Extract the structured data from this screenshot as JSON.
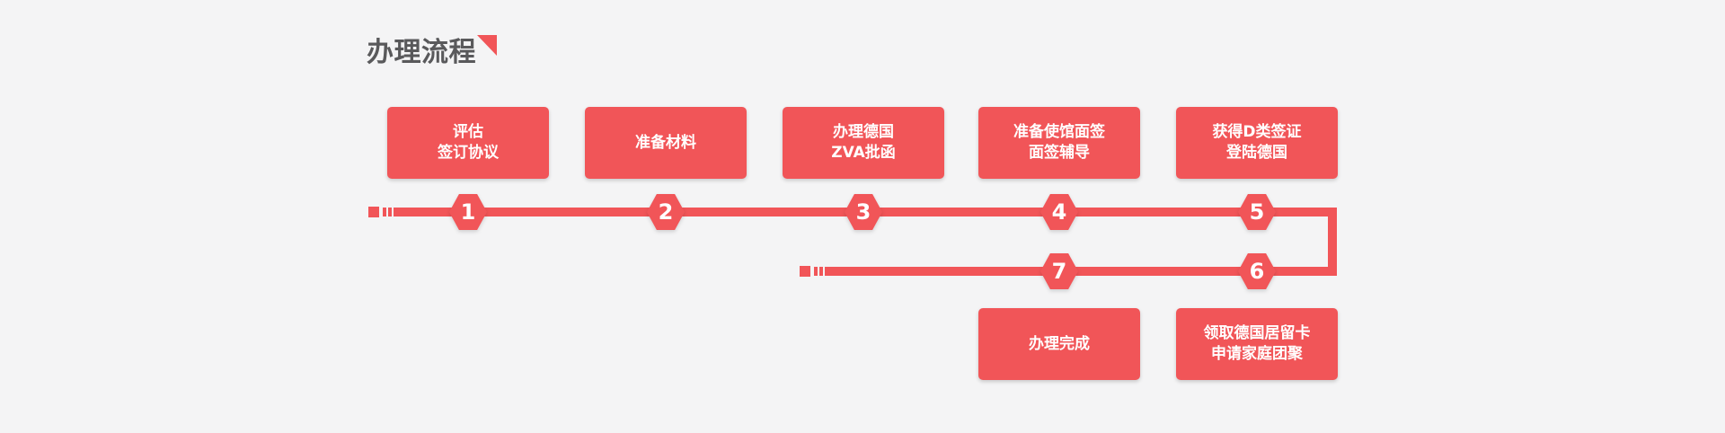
{
  "page": {
    "title": "办理流程",
    "background_color": "#f4f4f5",
    "accent_color": "#f15558",
    "title_color": "#59595b"
  },
  "steps": [
    {
      "num": "1",
      "lines": [
        "评估",
        "签订协议"
      ]
    },
    {
      "num": "2",
      "lines": [
        "准备材料"
      ]
    },
    {
      "num": "3",
      "lines": [
        "办理德国",
        "ZVA批函"
      ]
    },
    {
      "num": "4",
      "lines": [
        "准备使馆面签",
        "面签辅导"
      ]
    },
    {
      "num": "5",
      "lines": [
        "获得D类签证",
        "登陆德国"
      ]
    },
    {
      "num": "6",
      "lines": [
        "领取德国居留卡",
        "申请家庭团聚"
      ]
    },
    {
      "num": "7",
      "lines": [
        "办理完成"
      ]
    }
  ]
}
